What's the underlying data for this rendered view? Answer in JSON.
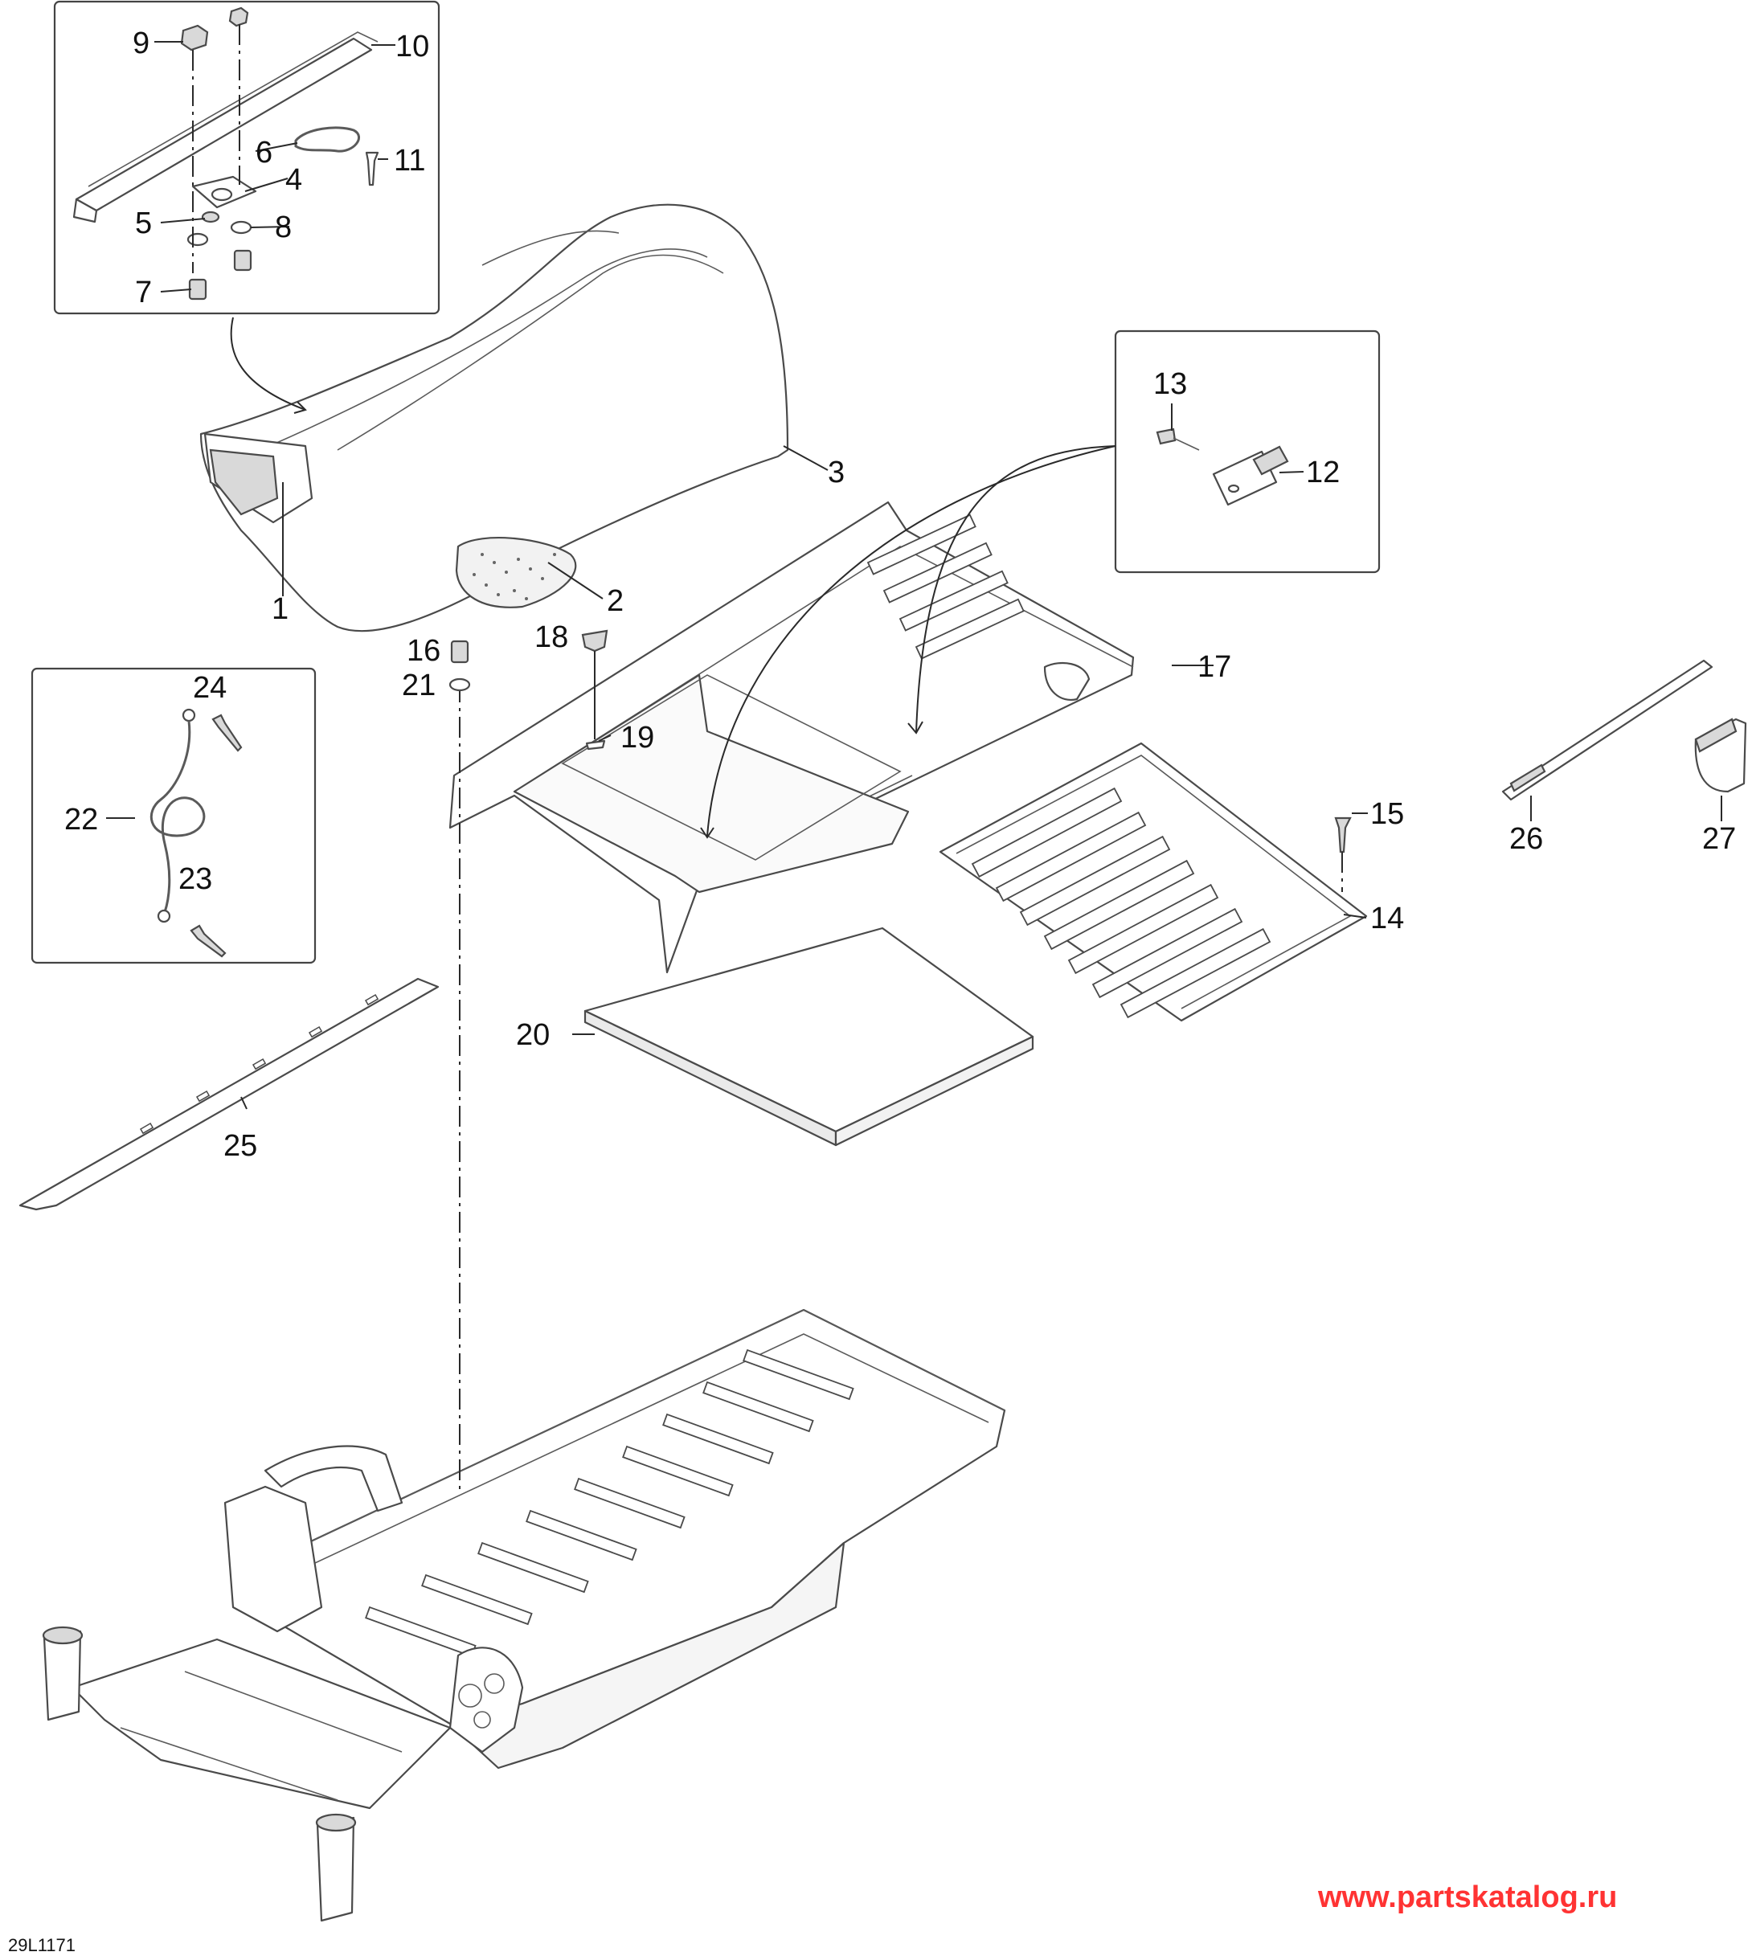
{
  "watermark": "www.partskatalog.ru",
  "figure_ref": "29L1171",
  "callouts": [
    "1",
    "2",
    "3",
    "4",
    "5",
    "6",
    "7",
    "8",
    "9",
    "10",
    "11",
    "12",
    "13",
    "14",
    "15",
    "16",
    "17",
    "18",
    "19",
    "20",
    "21",
    "22",
    "23",
    "24",
    "25",
    "26",
    "27"
  ]
}
